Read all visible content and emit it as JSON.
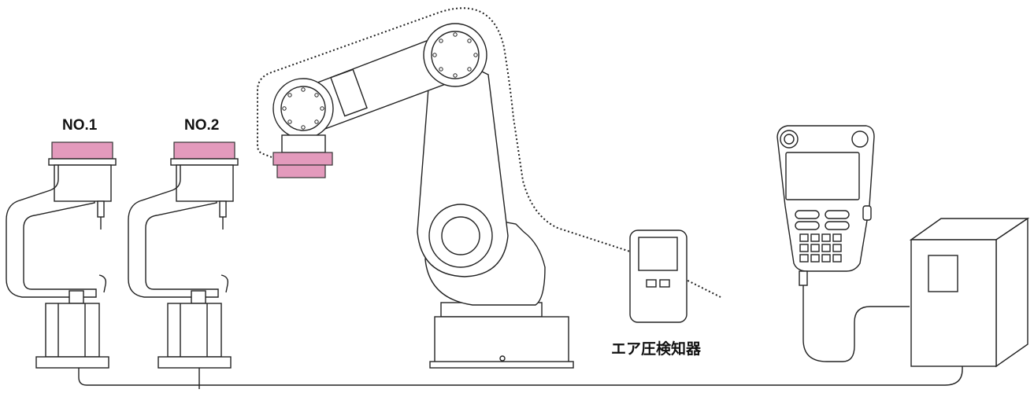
{
  "labels": {
    "unit1": "NO.1",
    "unit2": "NO.2",
    "detector": "エア圧検知器"
  },
  "colors": {
    "fixture_pink": "#e39abc",
    "line": "#222222"
  }
}
